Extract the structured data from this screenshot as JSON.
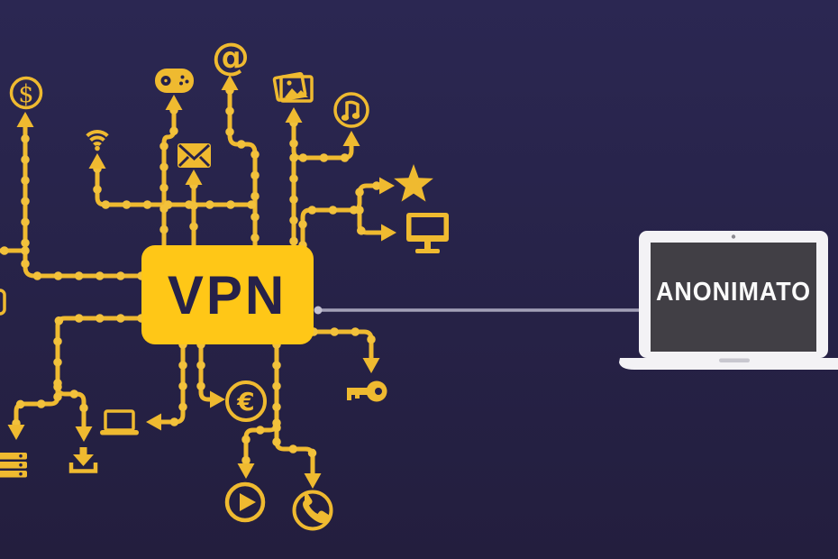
{
  "illustration": {
    "title": "VPN anonymity concept",
    "vpn_box": {
      "label": "VPN"
    },
    "laptop": {
      "screen_label": "ANONIMATO"
    },
    "connector": {
      "style": "thin gray line from VPN box to laptop"
    },
    "colors": {
      "background_top": "#2b2752",
      "background_bottom": "#231e3e",
      "circuit_yellow": "#efba30",
      "vpn_box_yellow": "#ffc717",
      "vpn_text_navy": "#262149",
      "connector_gray": "#a3a1b8",
      "laptop_body": "#f3f2f5",
      "laptop_screen": "#413f45",
      "laptop_text": "#fafafa"
    },
    "icons": [
      {
        "name": "dollar-icon",
        "glyph": "$"
      },
      {
        "name": "wifi-icon"
      },
      {
        "name": "gamepad-icon"
      },
      {
        "name": "email-icon"
      },
      {
        "name": "at-sign-icon",
        "glyph": "@"
      },
      {
        "name": "photos-icon"
      },
      {
        "name": "music-icon"
      },
      {
        "name": "star-icon"
      },
      {
        "name": "monitor-icon"
      },
      {
        "name": "key-icon"
      },
      {
        "name": "euro-icon",
        "glyph": "€"
      },
      {
        "name": "play-icon"
      },
      {
        "name": "phone-icon"
      },
      {
        "name": "laptop-small-icon"
      },
      {
        "name": "download-icon"
      },
      {
        "name": "server-icon"
      }
    ]
  }
}
